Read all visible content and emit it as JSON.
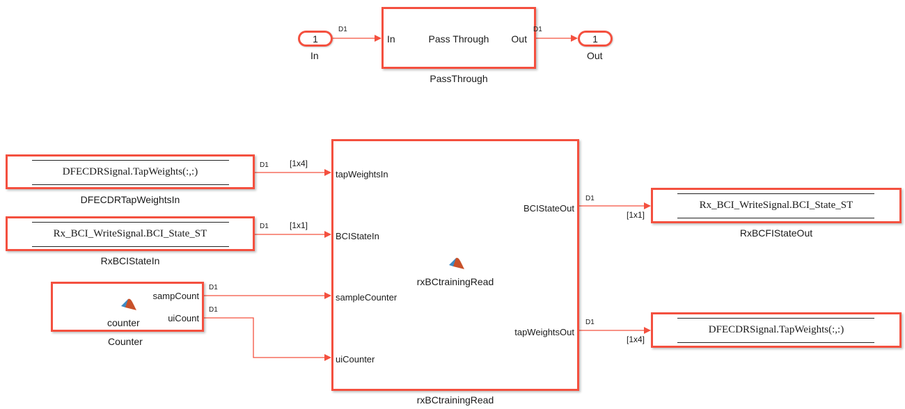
{
  "top": {
    "inport": {
      "number": "1",
      "name": "In"
    },
    "outport": {
      "number": "1",
      "name": "Out"
    },
    "passthrough": {
      "title": "Pass Through",
      "in_label": "In",
      "out_label": "Out",
      "name": "PassThrough"
    },
    "signal_in": "D1",
    "signal_out": "D1"
  },
  "store_reads": [
    {
      "expr": "DFECDRSignal.TapWeights(:,:)",
      "name": "DFECDRTapWeightsIn",
      "rate": "D1",
      "dim": "[1x4]"
    },
    {
      "expr": "Rx_BCI_WriteSignal.BCI_State_ST",
      "name": "RxBCIStateIn",
      "rate": "D1",
      "dim": "[1x1]"
    }
  ],
  "counter": {
    "function_name": "counter",
    "name": "Counter",
    "out_ports": [
      "sampCount",
      "uiCount"
    ],
    "rates": [
      "D1",
      "D1"
    ]
  },
  "main_block": {
    "function_name": "rxBCtrainingRead",
    "name": "rxBCtrainingRead",
    "in_ports": [
      "tapWeightsIn",
      "BCIStateIn",
      "sampleCounter",
      "uiCounter"
    ],
    "out_ports": [
      "BCIStateOut",
      "tapWeightsOut"
    ]
  },
  "store_writes": [
    {
      "expr": "Rx_BCI_WriteSignal.BCI_State_ST",
      "name": "RxBCFIStateOut",
      "rate": "D1",
      "dim": "[1x1]"
    },
    {
      "expr": "DFECDRSignal.TapWeights(:,:)",
      "name": "",
      "rate": "D1",
      "dim": "[1x4]"
    }
  ],
  "colors": {
    "wire": "#f4503f",
    "block_border": "#f4503f"
  }
}
